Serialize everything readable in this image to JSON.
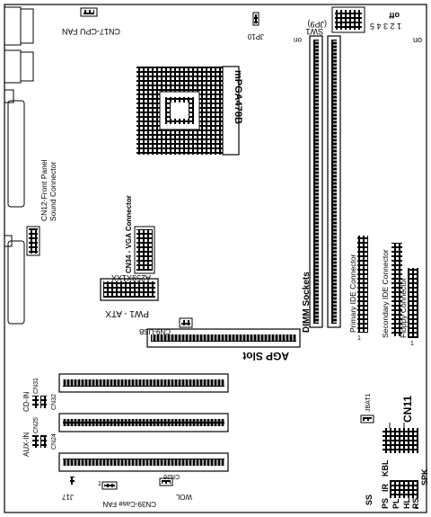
{
  "labels": {
    "cpu_fan": "CN17-CPU FAN",
    "jp10": "JP10",
    "sw1": "SW1",
    "sw1_sub": "(JP9)",
    "sw1_numbers": "1 2 3 4 5",
    "sw1_off": "off",
    "sw1_on": "on",
    "sw1_on_bottom": "on",
    "socket": "mPGA478B",
    "sound_line1": "CN12-Front Panel",
    "sound_line2": "Sound Connector",
    "vga": "CN34 - VGA Connector",
    "atx_part": "A259X1XX",
    "atx_name": "PW1 - ATX",
    "usb": "CN9-USB",
    "dimm": "DIMM Sockets",
    "primary_ide": "Primary IDE Connector",
    "secondary_ide": "Secondary IDE Connector",
    "floppy": "Floppy Connector",
    "agp": "AGP Slot",
    "cn31": "CN31",
    "cn32": "CN32",
    "cd_in": "CD-IN",
    "cn25": "CN25",
    "cn24": "CN24",
    "aux_in": "AUX-IN",
    "j17": "J17",
    "case_fan": "CN39-Case FAN",
    "cn26": "CN26",
    "wol": "WOL",
    "jbat1": "JBAT1",
    "cn11": "CN11",
    "ss": "SS",
    "ir": "IR",
    "kbl": "KBL",
    "ps": "PS",
    "pl": "PL",
    "hl": "HL",
    "rs": "RS",
    "spk": "SPK",
    "one": "1"
  }
}
